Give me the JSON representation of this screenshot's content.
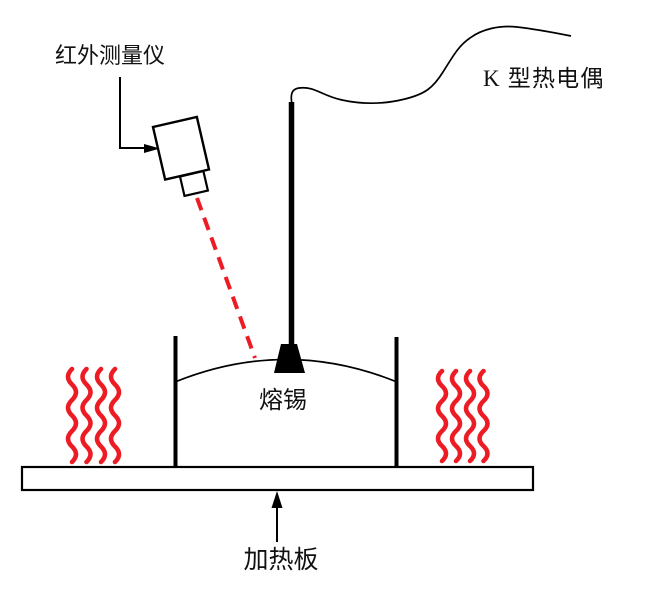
{
  "diagram": {
    "labels": {
      "infrared_meter": "红外测量仪",
      "k_thermocouple": "K 型热电偶",
      "molten_solder": "熔锡",
      "heating_plate": "加热板"
    },
    "colors": {
      "heat_red": "#ed1c24",
      "line_black": "#000000"
    }
  }
}
